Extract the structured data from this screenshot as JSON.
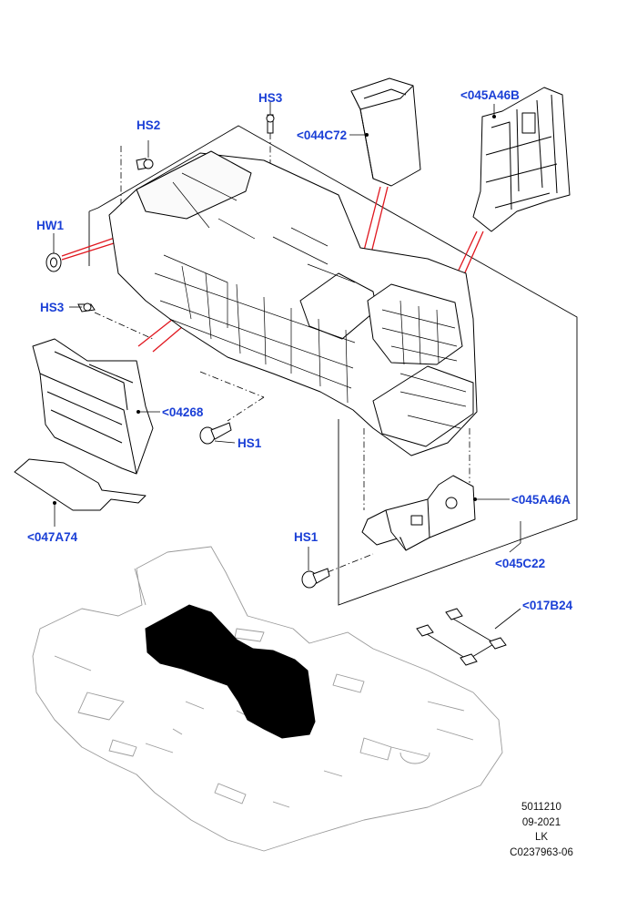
{
  "colors": {
    "callout_text": "#1a3fd6",
    "line": "#000000",
    "leader_red": "#e0161e",
    "part_fill": "#ffffff",
    "floor_highlight": "#000000",
    "floor_line": "#9a9a9a"
  },
  "callouts": {
    "hs3_top": "HS3",
    "hs2": "HS2",
    "hw1": "HW1",
    "hs3_left": "HS3",
    "c044c72": "<044C72",
    "c045a46b": "<045A46B",
    "c04268": "<04268",
    "hs1_mid": "HS1",
    "c047a74": "<047A74",
    "c045a46a": "<045A46A",
    "hs1_low": "HS1",
    "c045c22": "<045C22",
    "c017b24": "<017B24"
  },
  "footer": {
    "number": "5011210",
    "date": "09-2021",
    "initials": "LK",
    "code": "C0237963-06"
  }
}
